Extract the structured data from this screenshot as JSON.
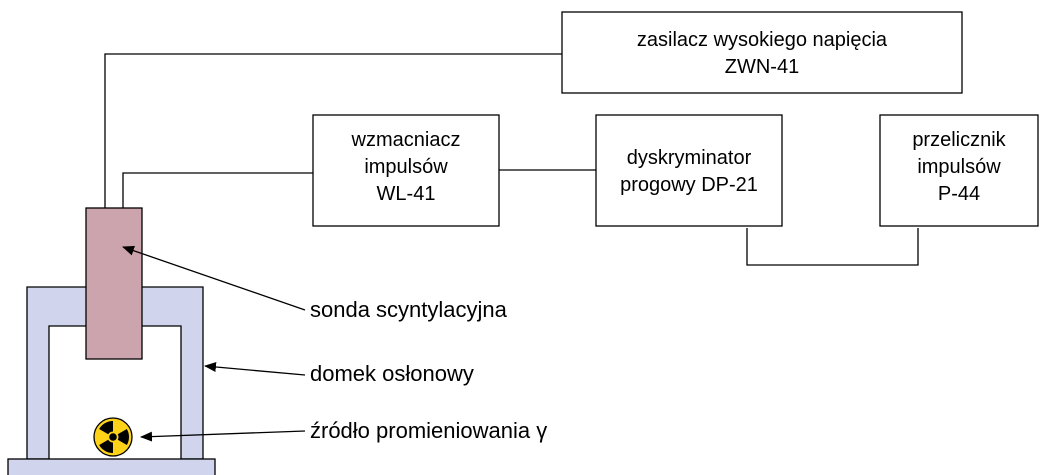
{
  "blocks": {
    "hv_supply": {
      "line1": "zasilacz wysokiego napięcia",
      "line2": "ZWN-41"
    },
    "amplifier": {
      "line1": "wzmacniacz",
      "line2": "impulsów",
      "line3": "WL-41"
    },
    "discriminator": {
      "line1": "dyskryminator",
      "line2": "progowy DP-21"
    },
    "counter": {
      "line1": "przelicznik",
      "line2": "impulsów",
      "line3": "P-44"
    }
  },
  "callouts": {
    "probe": "sonda scyntylacyjna",
    "shield": "domek osłonowy",
    "source": "źródło promieniowania γ"
  },
  "colors": {
    "probe_fill": "#cca4ad",
    "shield_fill": "#d0d4ec",
    "radiation_yellow": "#ffd21a"
  },
  "icons": {
    "source": "radiation-trefoil-icon"
  }
}
